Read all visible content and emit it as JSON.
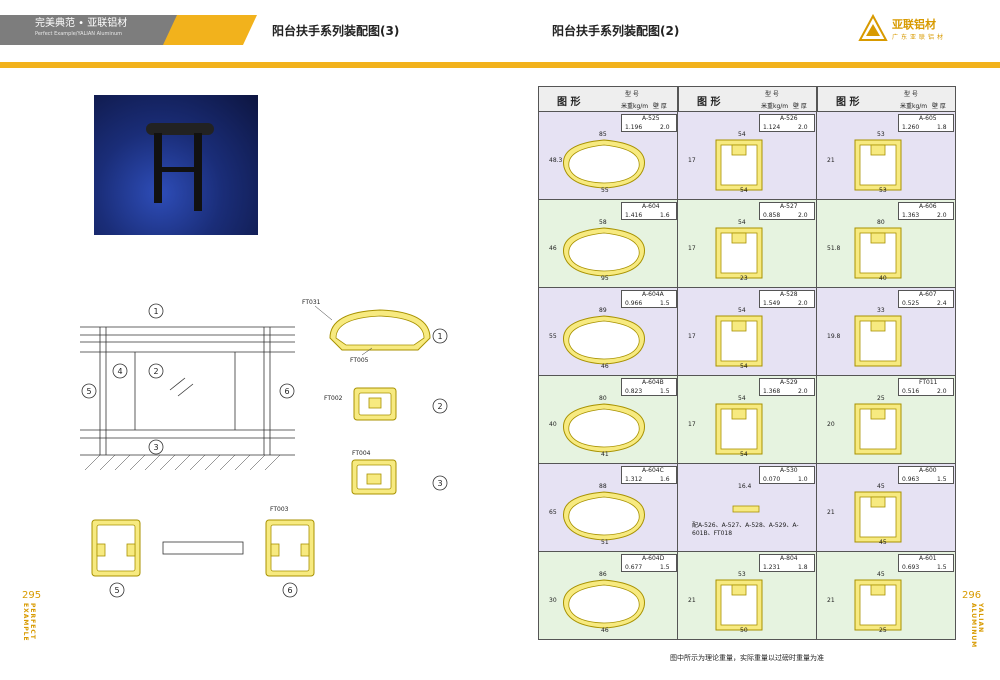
{
  "header": {
    "brand": "完美典范 • 亚联铝材",
    "brand_sub": "Perfect Example/YALIAN Aluminum",
    "title_left": "阳台扶手系列装配图(3)",
    "title_right": "阳台扶手系列装配图(2)",
    "logo_name": "亚联铝材",
    "logo_sub": "广东亚联铝材"
  },
  "page_numbers": {
    "left": "295",
    "right": "296"
  },
  "side_text": {
    "left": "PERFECT EXAMPLE",
    "right": "YALIAN ALUMINUM"
  },
  "left_page": {
    "section_markers": [
      "1",
      "2",
      "3",
      "4",
      "5",
      "6"
    ],
    "parts": {
      "p1": "FT031",
      "p1b": "FT005",
      "p2": "FT002",
      "p3": "FT004",
      "p6": "FT003"
    }
  },
  "table": {
    "header": {
      "figure": "图 形",
      "model": "型 号",
      "weight": "米重kg/m",
      "thickness": "壁 厚"
    },
    "cells": [
      {
        "model": "A-525",
        "weight": "1.196",
        "thick": "2.0",
        "dims": [
          "85",
          "48.3",
          "55"
        ]
      },
      {
        "model": "A-526",
        "weight": "1.124",
        "thick": "2.0",
        "dims": [
          "54",
          "17",
          "54"
        ]
      },
      {
        "model": "A-605",
        "weight": "1.260",
        "thick": "1.8",
        "dims": [
          "53",
          "21",
          "53"
        ]
      },
      {
        "model": "A-604",
        "weight": "1.416",
        "thick": "1.6",
        "dims": [
          "58",
          "46",
          "95"
        ]
      },
      {
        "model": "A-527",
        "weight": "0.858",
        "thick": "2.0",
        "dims": [
          "54",
          "17",
          "23"
        ]
      },
      {
        "model": "A-606",
        "weight": "1.363",
        "thick": "2.0",
        "dims": [
          "80",
          "51.8",
          "40"
        ]
      },
      {
        "model": "A-604A",
        "weight": "0.966",
        "thick": "1.5",
        "dims": [
          "89",
          "55",
          "46"
        ]
      },
      {
        "model": "A-528",
        "weight": "1.549",
        "thick": "2.0",
        "dims": [
          "54",
          "17",
          "54"
        ]
      },
      {
        "model": "A-607",
        "weight": "0.525",
        "thick": "2.4",
        "dims": [
          "33",
          "19.8"
        ]
      },
      {
        "model": "A-604B",
        "weight": "0.823",
        "thick": "1.5",
        "dims": [
          "80",
          "40",
          "41"
        ]
      },
      {
        "model": "A-529",
        "weight": "1.368",
        "thick": "2.0",
        "dims": [
          "54",
          "17",
          "54"
        ]
      },
      {
        "model": "FT011",
        "weight": "0.516",
        "thick": "2.0",
        "dims": [
          "25",
          "20"
        ]
      },
      {
        "model": "A-604C",
        "weight": "1.312",
        "thick": "1.6",
        "dims": [
          "88",
          "65",
          "51"
        ]
      },
      {
        "model": "A-530",
        "weight": "0.070",
        "thick": "1.0",
        "dims": [
          "16.4"
        ],
        "note": "配A-526、A-527、A-528、A-529、A-601B、FT018"
      },
      {
        "model": "A-600",
        "weight": "0.963",
        "thick": "1.5",
        "dims": [
          "45",
          "21",
          "45"
        ]
      },
      {
        "model": "A-604D",
        "weight": "0.677",
        "thick": "1.5",
        "dims": [
          "86",
          "30",
          "46"
        ]
      },
      {
        "model": "A-804",
        "weight": "1.231",
        "thick": "1.8",
        "dims": [
          "53",
          "21",
          "50"
        ]
      },
      {
        "model": "A-601",
        "weight": "0.693",
        "thick": "1.5",
        "dims": [
          "45",
          "21",
          "25"
        ]
      }
    ]
  },
  "footnote": "图中所示为理论重量，实际重量以过磅时重量为准",
  "colors": {
    "accent": "#f2b21c",
    "profile": "#c9b300",
    "greenbg": "#e6f3e0",
    "purplebg": "#e6e2f3"
  }
}
